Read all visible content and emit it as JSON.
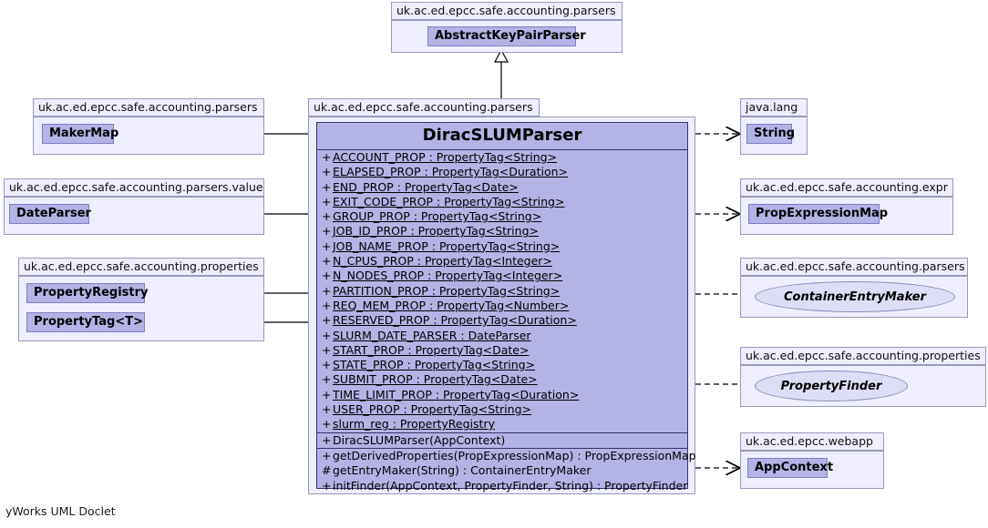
{
  "diagram": {
    "type": "uml-class-diagram",
    "footer": "yWorks UML Doclet",
    "colors": {
      "class_fill": "#b3b3e6",
      "class_border": "#333366",
      "package_fill": "#eeeeff",
      "package_border": "#9999bb",
      "interface_fill": "#ddddf5",
      "line": "#000000"
    }
  },
  "superclass": {
    "package": "uk.ac.ed.epcc.safe.accounting.parsers",
    "name": "AbstractKeyPairParser"
  },
  "main_class": {
    "package": "uk.ac.ed.epcc.safe.accounting.parsers",
    "name": "DiracSLUMParser",
    "fields": [
      {
        "visibility": "+",
        "signature": "ACCOUNT_PROP : PropertyTag<String>",
        "static": true
      },
      {
        "visibility": "+",
        "signature": "ELAPSED_PROP : PropertyTag<Duration>",
        "static": true
      },
      {
        "visibility": "+",
        "signature": "END_PROP : PropertyTag<Date>",
        "static": true
      },
      {
        "visibility": "+",
        "signature": "EXIT_CODE_PROP : PropertyTag<String>",
        "static": true
      },
      {
        "visibility": "+",
        "signature": "GROUP_PROP : PropertyTag<String>",
        "static": true
      },
      {
        "visibility": "+",
        "signature": "JOB_ID_PROP : PropertyTag<String>",
        "static": true
      },
      {
        "visibility": "+",
        "signature": "JOB_NAME_PROP : PropertyTag<String>",
        "static": true
      },
      {
        "visibility": "+",
        "signature": "N_CPUS_PROP : PropertyTag<Integer>",
        "static": true
      },
      {
        "visibility": "+",
        "signature": "N_NODES_PROP : PropertyTag<Integer>",
        "static": true
      },
      {
        "visibility": "+",
        "signature": "PARTITION_PROP : PropertyTag<String>",
        "static": true
      },
      {
        "visibility": "+",
        "signature": "REQ_MEM_PROP : PropertyTag<Number>",
        "static": true
      },
      {
        "visibility": "+",
        "signature": "RESERVED_PROP : PropertyTag<Duration>",
        "static": true
      },
      {
        "visibility": "+",
        "signature": "SLURM_DATE_PARSER : DateParser",
        "static": true
      },
      {
        "visibility": "+",
        "signature": "START_PROP : PropertyTag<Date>",
        "static": true
      },
      {
        "visibility": "+",
        "signature": "STATE_PROP : PropertyTag<String>",
        "static": true
      },
      {
        "visibility": "+",
        "signature": "SUBMIT_PROP : PropertyTag<Date>",
        "static": true
      },
      {
        "visibility": "+",
        "signature": "TIME_LIMIT_PROP : PropertyTag<Duration>",
        "static": true
      },
      {
        "visibility": "+",
        "signature": "USER_PROP : PropertyTag<String>",
        "static": true
      },
      {
        "visibility": "+",
        "signature": "slurm_reg : PropertyRegistry",
        "static": true
      }
    ],
    "constructors": [
      {
        "visibility": "+",
        "signature": "DiracSLUMParser(AppContext)",
        "static": false
      }
    ],
    "methods": [
      {
        "visibility": "+",
        "signature": "getDerivedProperties(PropExpressionMap) : PropExpressionMap",
        "static": false
      },
      {
        "visibility": "#",
        "signature": "getEntryMaker(String) : ContainerEntryMaker",
        "static": false
      },
      {
        "visibility": "+",
        "signature": "initFinder(AppContext, PropertyFinder, String) : PropertyFinder",
        "static": false
      }
    ]
  },
  "left_packages": [
    {
      "package": "uk.ac.ed.epcc.safe.accounting.parsers",
      "classes": [
        {
          "name": "MakerMap",
          "kind": "class"
        }
      ]
    },
    {
      "package": "uk.ac.ed.epcc.safe.accounting.parsers.value",
      "classes": [
        {
          "name": "DateParser",
          "kind": "class"
        }
      ]
    },
    {
      "package": "uk.ac.ed.epcc.safe.accounting.properties",
      "classes": [
        {
          "name": "PropertyRegistry",
          "kind": "class"
        },
        {
          "name": "PropertyTag<T>",
          "kind": "class"
        }
      ]
    }
  ],
  "right_packages": [
    {
      "package": "java.lang",
      "classes": [
        {
          "name": "String",
          "kind": "class"
        }
      ]
    },
    {
      "package": "uk.ac.ed.epcc.safe.accounting.expr",
      "classes": [
        {
          "name": "PropExpressionMap",
          "kind": "class"
        }
      ]
    },
    {
      "package": "uk.ac.ed.epcc.safe.accounting.parsers",
      "classes": [
        {
          "name": "ContainerEntryMaker",
          "kind": "interface"
        }
      ]
    },
    {
      "package": "uk.ac.ed.epcc.safe.accounting.properties",
      "classes": [
        {
          "name": "PropertyFinder",
          "kind": "interface"
        }
      ]
    },
    {
      "package": "uk.ac.ed.epcc.webapp",
      "classes": [
        {
          "name": "AppContext",
          "kind": "class"
        }
      ]
    }
  ],
  "relationships": [
    {
      "from": "DiracSLUMParser",
      "to": "AbstractKeyPairParser",
      "style": "generalization"
    },
    {
      "from": "DiracSLUMParser",
      "to": "MakerMap",
      "style": "association"
    },
    {
      "from": "DiracSLUMParser",
      "to": "DateParser",
      "style": "association"
    },
    {
      "from": "DiracSLUMParser",
      "to": "PropertyRegistry",
      "style": "association"
    },
    {
      "from": "DiracSLUMParser",
      "to": "PropertyTag<T>",
      "style": "association"
    },
    {
      "from": "DiracSLUMParser",
      "to": "String",
      "style": "dependency"
    },
    {
      "from": "DiracSLUMParser",
      "to": "PropExpressionMap",
      "style": "dependency"
    },
    {
      "from": "DiracSLUMParser",
      "to": "ContainerEntryMaker",
      "style": "dependency"
    },
    {
      "from": "DiracSLUMParser",
      "to": "PropertyFinder",
      "style": "dependency"
    },
    {
      "from": "DiracSLUMParser",
      "to": "AppContext",
      "style": "dependency"
    }
  ]
}
